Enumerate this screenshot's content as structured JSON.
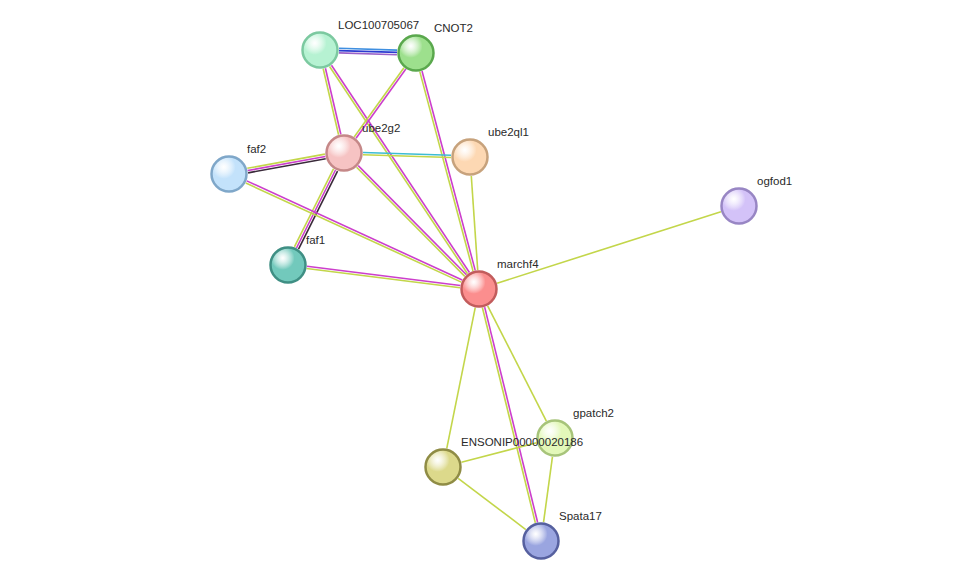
{
  "diagram": {
    "nodes": [
      {
        "text": [
          "LOC100705067"
        ]
      },
      {
        "text": [
          "CNOT2"
        ]
      },
      {
        "text": [
          "ube2g2"
        ]
      },
      {
        "text": [
          "ube2ql1"
        ]
      },
      {
        "text": [
          "faf2"
        ]
      },
      {
        "text": [
          "ogfod1"
        ]
      },
      {
        "text": [
          "faf1"
        ]
      },
      {
        "text": [
          "marchf4"
        ]
      },
      {
        "text": [
          "gpatch2"
        ]
      },
      {
        "text": [
          "ENSONIP00000020186"
        ]
      },
      {
        "text": [
          "Spata17"
        ]
      }
    ],
    "edges": [
      {
        "from": 0,
        "to": 1,
        "arrow": "none"
      },
      {
        "from": 0,
        "to": 2,
        "arrow": "none"
      },
      {
        "from": 0,
        "to": 7,
        "arrow": "none"
      },
      {
        "from": 1,
        "to": 2,
        "arrow": "none"
      },
      {
        "from": 1,
        "to": 7,
        "arrow": "none"
      },
      {
        "from": 2,
        "to": 3,
        "arrow": "none"
      },
      {
        "from": 2,
        "to": 4,
        "arrow": "none"
      },
      {
        "from": 2,
        "to": 6,
        "arrow": "none"
      },
      {
        "from": 2,
        "to": 7,
        "arrow": "none"
      },
      {
        "from": 4,
        "to": 7,
        "arrow": "none"
      },
      {
        "from": 6,
        "to": 7,
        "arrow": "none"
      },
      {
        "from": 3,
        "to": 7,
        "arrow": "none"
      },
      {
        "from": 5,
        "to": 7,
        "arrow": "none"
      },
      {
        "from": 7,
        "to": 9,
        "arrow": "none"
      },
      {
        "from": 7,
        "to": 8,
        "arrow": "none"
      },
      {
        "from": 7,
        "to": 10,
        "arrow": "none"
      },
      {
        "from": 9,
        "to": 8,
        "arrow": "none"
      },
      {
        "from": 9,
        "to": 10,
        "arrow": "none"
      },
      {
        "from": 8,
        "to": 10,
        "arrow": "none"
      }
    ]
  }
}
